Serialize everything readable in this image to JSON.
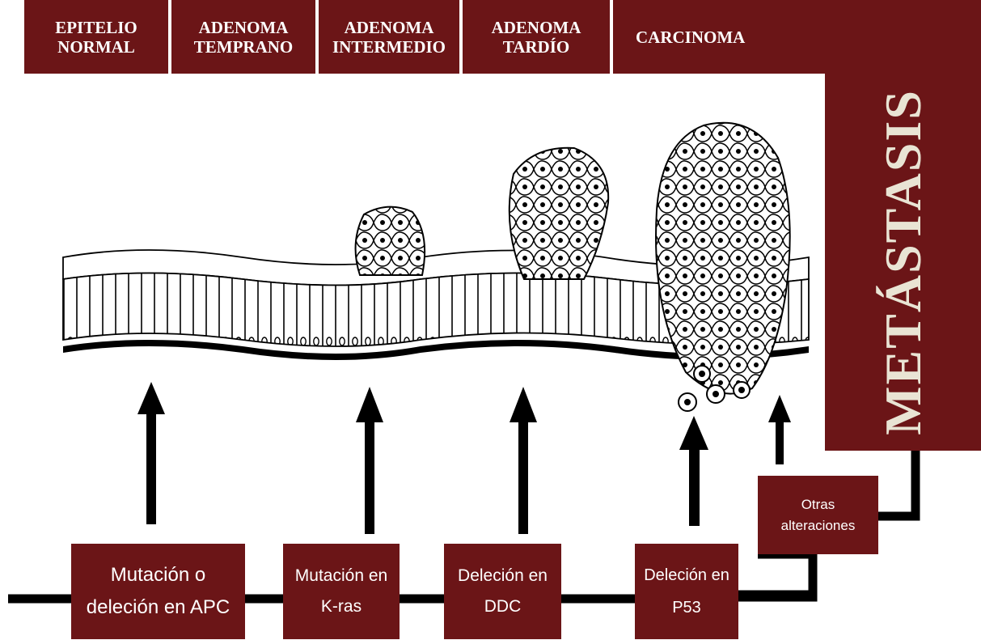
{
  "stages": [
    "EPITELIO\nNORMAL",
    "ADENOMA\nTEMPRANO",
    "ADENOMA\nINTERMEDIO",
    "ADENOMA\nTARDÍO",
    "CARCINOMA"
  ],
  "metastasis_label": "METÁSTASIS",
  "events": [
    "Mutación o\ndeleción en APC",
    "Mutación en\nK-ras",
    "Deleción en\nDDC",
    "Deleción en\nP53",
    "Otras\nalteraciones"
  ],
  "colors": {
    "box": "#6b1517",
    "box_text": "#ffffff",
    "metastasis_text": "#e9e4d4",
    "line": "#000000"
  }
}
